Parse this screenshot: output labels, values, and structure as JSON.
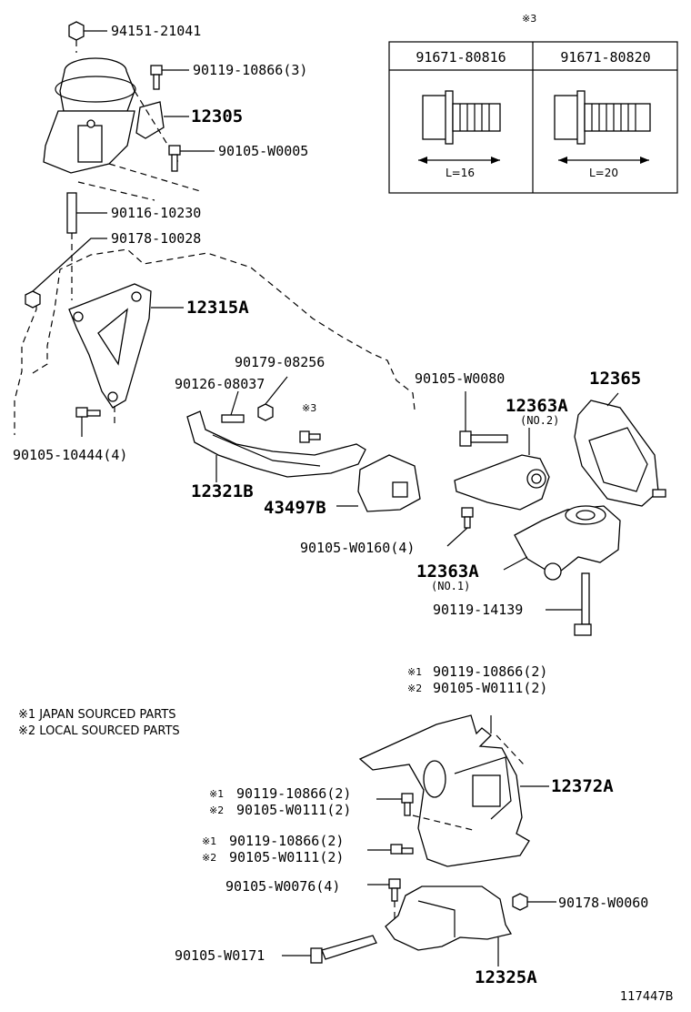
{
  "table": {
    "mark": "※3",
    "col1": "91671-80816",
    "col2": "91671-80820",
    "dim1": "L=16",
    "dim2": "L=20"
  },
  "notes": {
    "n1": "※1 JAPAN SOURCED PARTS",
    "n2": "※2 LOCAL SOURCED PARTS"
  },
  "labels": {
    "p94151": "94151-21041",
    "p90119_10866_3": "90119-10866(3)",
    "p12305": "12305",
    "p90105_W0005": "90105-W0005",
    "p90116": "90116-10230",
    "p90178_10028": "90178-10028",
    "p12315A": "12315A",
    "p90179": "90179-08256",
    "p90126": "90126-08037",
    "p90105_W0080": "90105-W0080",
    "p12365": "12365",
    "p12363A_no2": "12363A",
    "no2": "(NO.2)",
    "mark3": "※3",
    "p90105_10444": "90105-10444(4)",
    "p12321B": "12321B",
    "p43497B": "43497B",
    "p90105_W0160": "90105-W0160(4)",
    "p12363A_no1": "12363A",
    "no1": "(NO.1)",
    "p90119_14139": "90119-14139",
    "m1a": "※1",
    "p90119_10866_2a": "90119-10866(2)",
    "m2a": "※2",
    "p90105_W0111_2a": "90105-W0111(2)",
    "p12372A": "12372A",
    "m1b": "※1",
    "p90119_10866_2b": "90119-10866(2)",
    "m2b": "※2",
    "p90105_W0111_2b": "90105-W0111(2)",
    "m1c": "※1",
    "p90119_10866_2c": "90119-10866(2)",
    "m2c": "※2",
    "p90105_W0111_2c": "90105-W0111(2)",
    "p90105_W0076": "90105-W0076(4)",
    "p90178_W0060": "90178-W0060",
    "p90105_W0171": "90105-W0171",
    "p12325A": "12325A",
    "code": "117447B"
  }
}
